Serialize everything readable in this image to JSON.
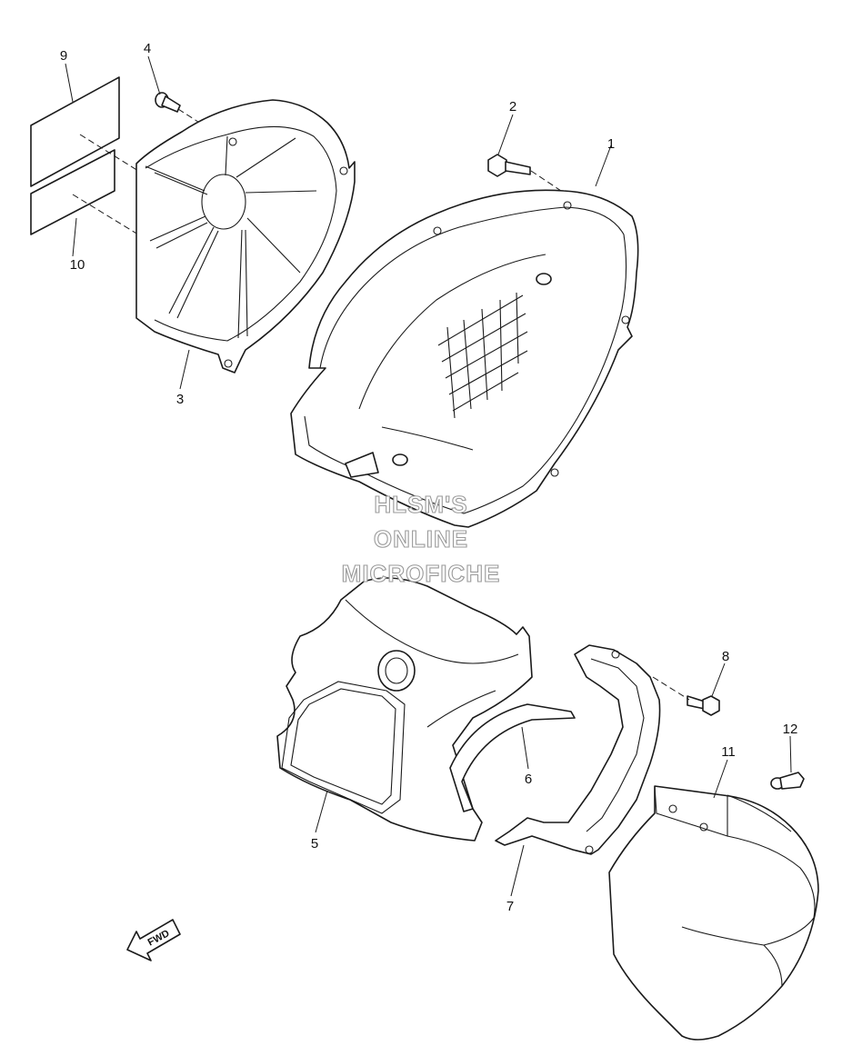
{
  "diagram": {
    "parts": [
      {
        "ref": "1"
      },
      {
        "ref": "2"
      },
      {
        "ref": "3"
      },
      {
        "ref": "4"
      },
      {
        "ref": "5"
      },
      {
        "ref": "6"
      },
      {
        "ref": "7"
      },
      {
        "ref": "8"
      },
      {
        "ref": "9"
      },
      {
        "ref": "10"
      },
      {
        "ref": "11"
      },
      {
        "ref": "12"
      }
    ],
    "watermark": {
      "line1": "HLSM'S",
      "line2": "ONLINE",
      "line3": "MICROFICHE"
    },
    "direction_arrow": {
      "label": "FWD"
    }
  }
}
